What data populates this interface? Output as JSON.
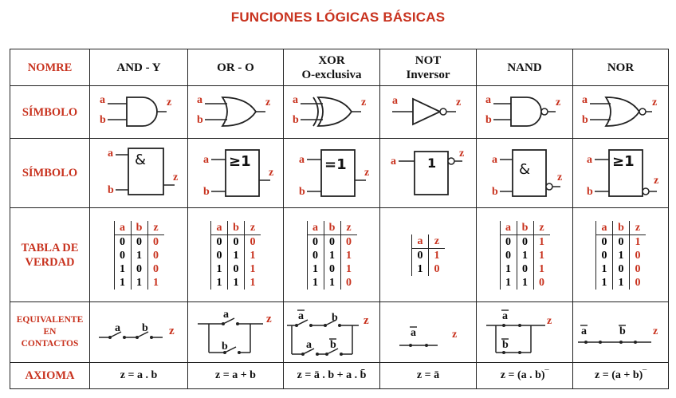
{
  "title": "FUNCIONES LÓGICAS BÁSICAS",
  "rows": {
    "nombre": "NOMRE",
    "simbolo": "SÍMBOLO",
    "simbolo2": "SÍMBOLO",
    "tabla_1": "TABLA DE",
    "tabla_2": "VERDAD",
    "equiv_1": "EQUIVALENTE",
    "equiv_2": "EN",
    "equiv_3": "CONTACTOS",
    "axioma": "AXIOMA"
  },
  "gates": [
    {
      "name1": "AND  -  Y",
      "name2": ""
    },
    {
      "name1": "OR - O",
      "name2": ""
    },
    {
      "name1": "XOR",
      "name2": "O-exclusiva"
    },
    {
      "name1": "NOT",
      "name2": "Inversor"
    },
    {
      "name1": "NAND",
      "name2": ""
    },
    {
      "name1": "NOR",
      "name2": ""
    }
  ],
  "labels": {
    "a": "a",
    "b": "b",
    "z": "z"
  },
  "iec_symbols": [
    "&",
    "≥1",
    "=1",
    "1",
    "&",
    "≥1"
  ],
  "truth": {
    "header2": [
      "a",
      "b",
      "z"
    ],
    "header1": [
      "a",
      "z"
    ],
    "ab": [
      [
        "0",
        "0"
      ],
      [
        "0",
        "1"
      ],
      [
        "1",
        "0"
      ],
      [
        "1",
        "1"
      ]
    ],
    "and_z": [
      "0",
      "0",
      "0",
      "1"
    ],
    "or_z": [
      "0",
      "1",
      "1",
      "1"
    ],
    "xor_z": [
      "0",
      "1",
      "1",
      "0"
    ],
    "not_a": [
      "0",
      "1"
    ],
    "not_z": [
      "1",
      "0"
    ],
    "nand_z": [
      "1",
      "1",
      "1",
      "0"
    ],
    "nor_z": [
      "1",
      "0",
      "0",
      "0"
    ]
  },
  "axioms": [
    "z = a . b",
    "z = a + b",
    "z = ā . b + a . b̄",
    "z = ā",
    "z = (a . b)‾",
    "z = (a + b)‾"
  ],
  "colors": {
    "accent": "#c8321e",
    "ink": "#111111"
  }
}
